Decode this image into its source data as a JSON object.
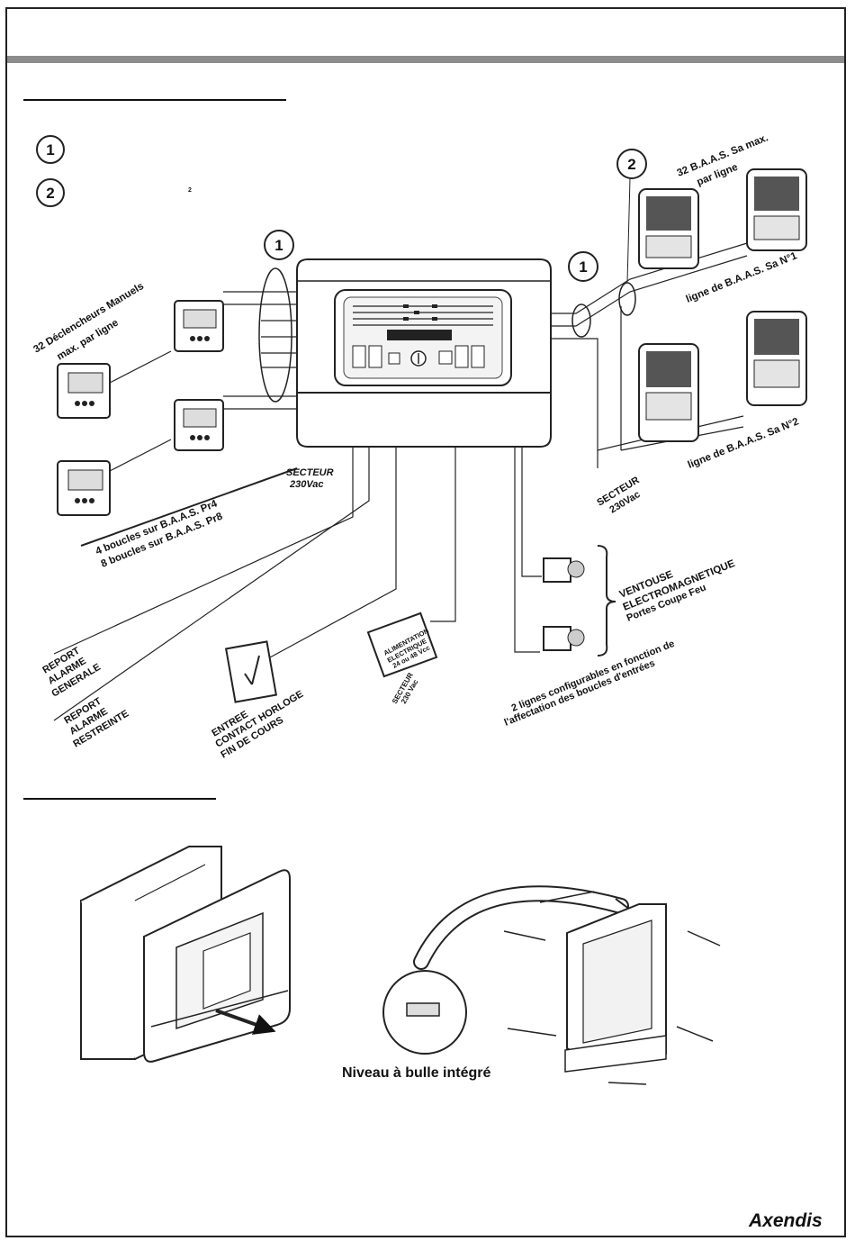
{
  "legend": {
    "items": [
      {
        "marker": "1",
        "text": ""
      },
      {
        "marker": "2",
        "text": "",
        "superscript": "2"
      }
    ]
  },
  "synoptic": {
    "cable_markers": [
      "1",
      "1",
      "2"
    ],
    "manual_call_points": {
      "caption_line1": "32 Déclencheurs Manuels",
      "caption_line2": "max. par ligne",
      "loops_line1": "4 boucles sur B.A.A.S. Pr4",
      "loops_line2": "8 boucles sur B.A.A.S. Pr8"
    },
    "mains_center": {
      "line1": "SECTEUR",
      "line2": "230Vac"
    },
    "mains_right": {
      "line1": "SECTEUR",
      "line2": "230Vac"
    },
    "sounders": {
      "caption_line1": "32 B.A.A.S. Sa max.",
      "caption_line2": "par ligne",
      "line1": "ligne de B.A.A.S. Sa N°1",
      "line2": "ligne de B.A.A.S. Sa N°2"
    },
    "report_general": [
      "REPORT",
      "ALARME",
      "GENERALE"
    ],
    "report_restricted": [
      "REPORT",
      "ALARME",
      "RESTREINTE"
    ],
    "clock_input": [
      "ENTREE",
      "CONTACT HORLOGE",
      "FIN DE COURS"
    ],
    "power_supply": {
      "box": [
        "ALIMENTATION",
        "ELECTRIQUE",
        "24 ou 48 Vcc"
      ],
      "mains": [
        "SECTEUR",
        "230 Vac"
      ]
    },
    "door_holders": [
      "VENTOUSE",
      "ELECTROMAGNETIQUE",
      "Portes Coupe Feu"
    ],
    "configurable_lines": {
      "line1": "2 lignes configurables en fonction de",
      "line2": "l'affectation des boucles d'entrées"
    }
  },
  "installation": {
    "level_caption": "Niveau à bulle intégré"
  },
  "brand": {
    "logo_text": "Axendis"
  }
}
